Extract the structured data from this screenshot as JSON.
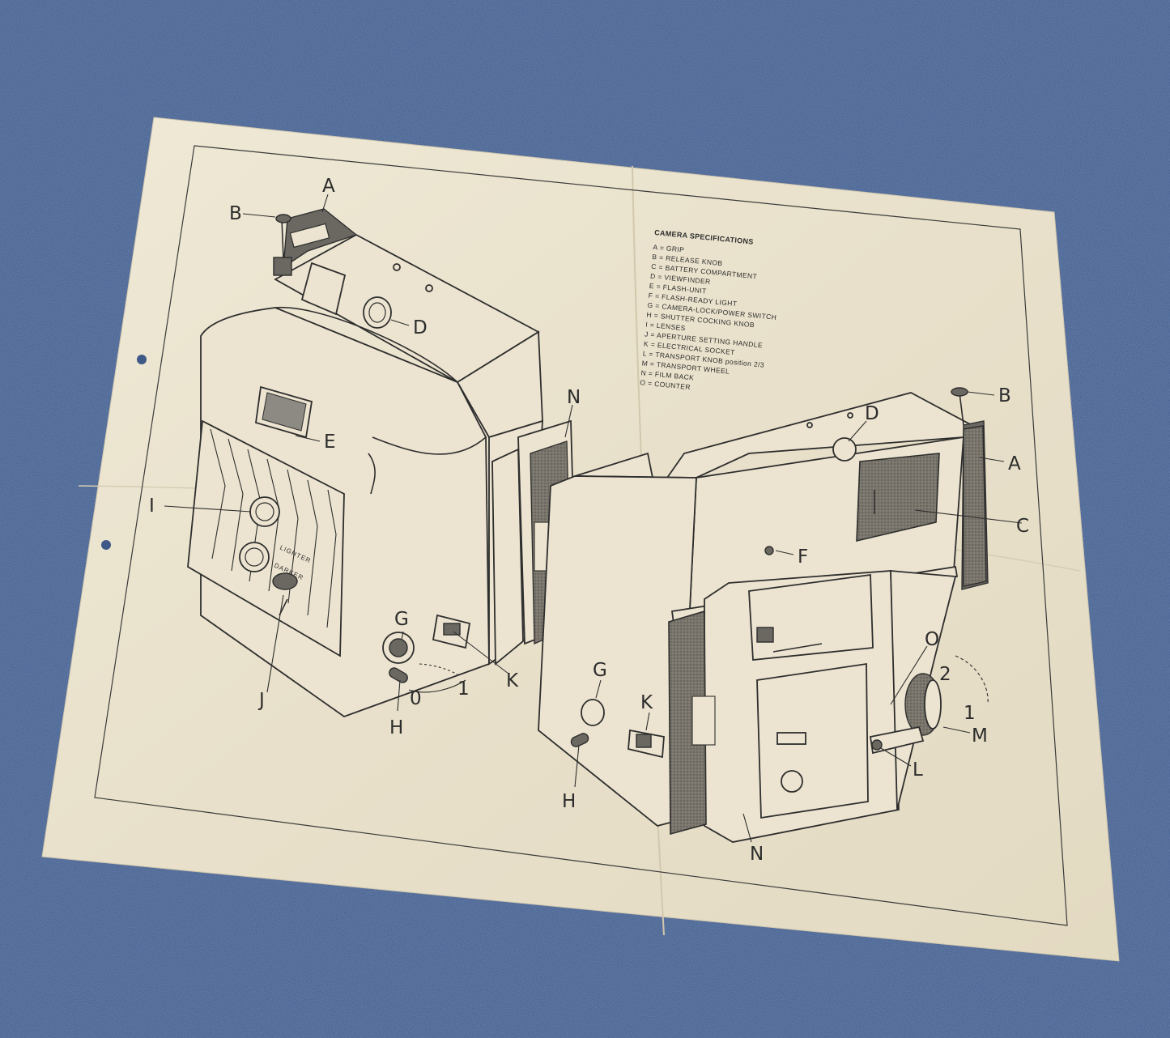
{
  "sheet": {
    "paper_color": "#e9e2cd",
    "background_color": "#4d6795"
  },
  "specs": {
    "title": "CAMERA SPECIFICATIONS",
    "items": [
      "A = GRIP",
      "B = RELEASE KNOB",
      "C = BATTERY COMPARTMENT",
      "D = VIEWFINDER",
      "E = FLASH-UNIT",
      "F = FLASH-READY LIGHT",
      "G = CAMERA-LOCK/POWER SWITCH",
      "H = SHUTTER COCKING KNOB",
      "I = LENSES",
      "J = APERTURE SETTING HANDLE",
      "K = ELECTRICAL SOCKET",
      "L = TRANSPORT KNOB position 2/3",
      "M = TRANSPORT WHEEL",
      "N = FILM BACK",
      "O = COUNTER"
    ]
  },
  "left_camera": {
    "labels": {
      "a": "A",
      "b": "B",
      "d": "D",
      "e": "E",
      "i": "I",
      "j": "J",
      "g": "G",
      "h": "H",
      "k": "K",
      "n": "N",
      "zero": "0",
      "one": "1"
    },
    "lens_text_1": "LIGHTER",
    "lens_text_2": "DARKER"
  },
  "right_camera": {
    "labels": {
      "a": "A",
      "b": "B",
      "c": "C",
      "d": "D",
      "f": "F",
      "g": "G",
      "h": "H",
      "k": "K",
      "l": "L",
      "m": "M",
      "n": "N",
      "o": "O",
      "two": "2",
      "one": "1"
    }
  }
}
